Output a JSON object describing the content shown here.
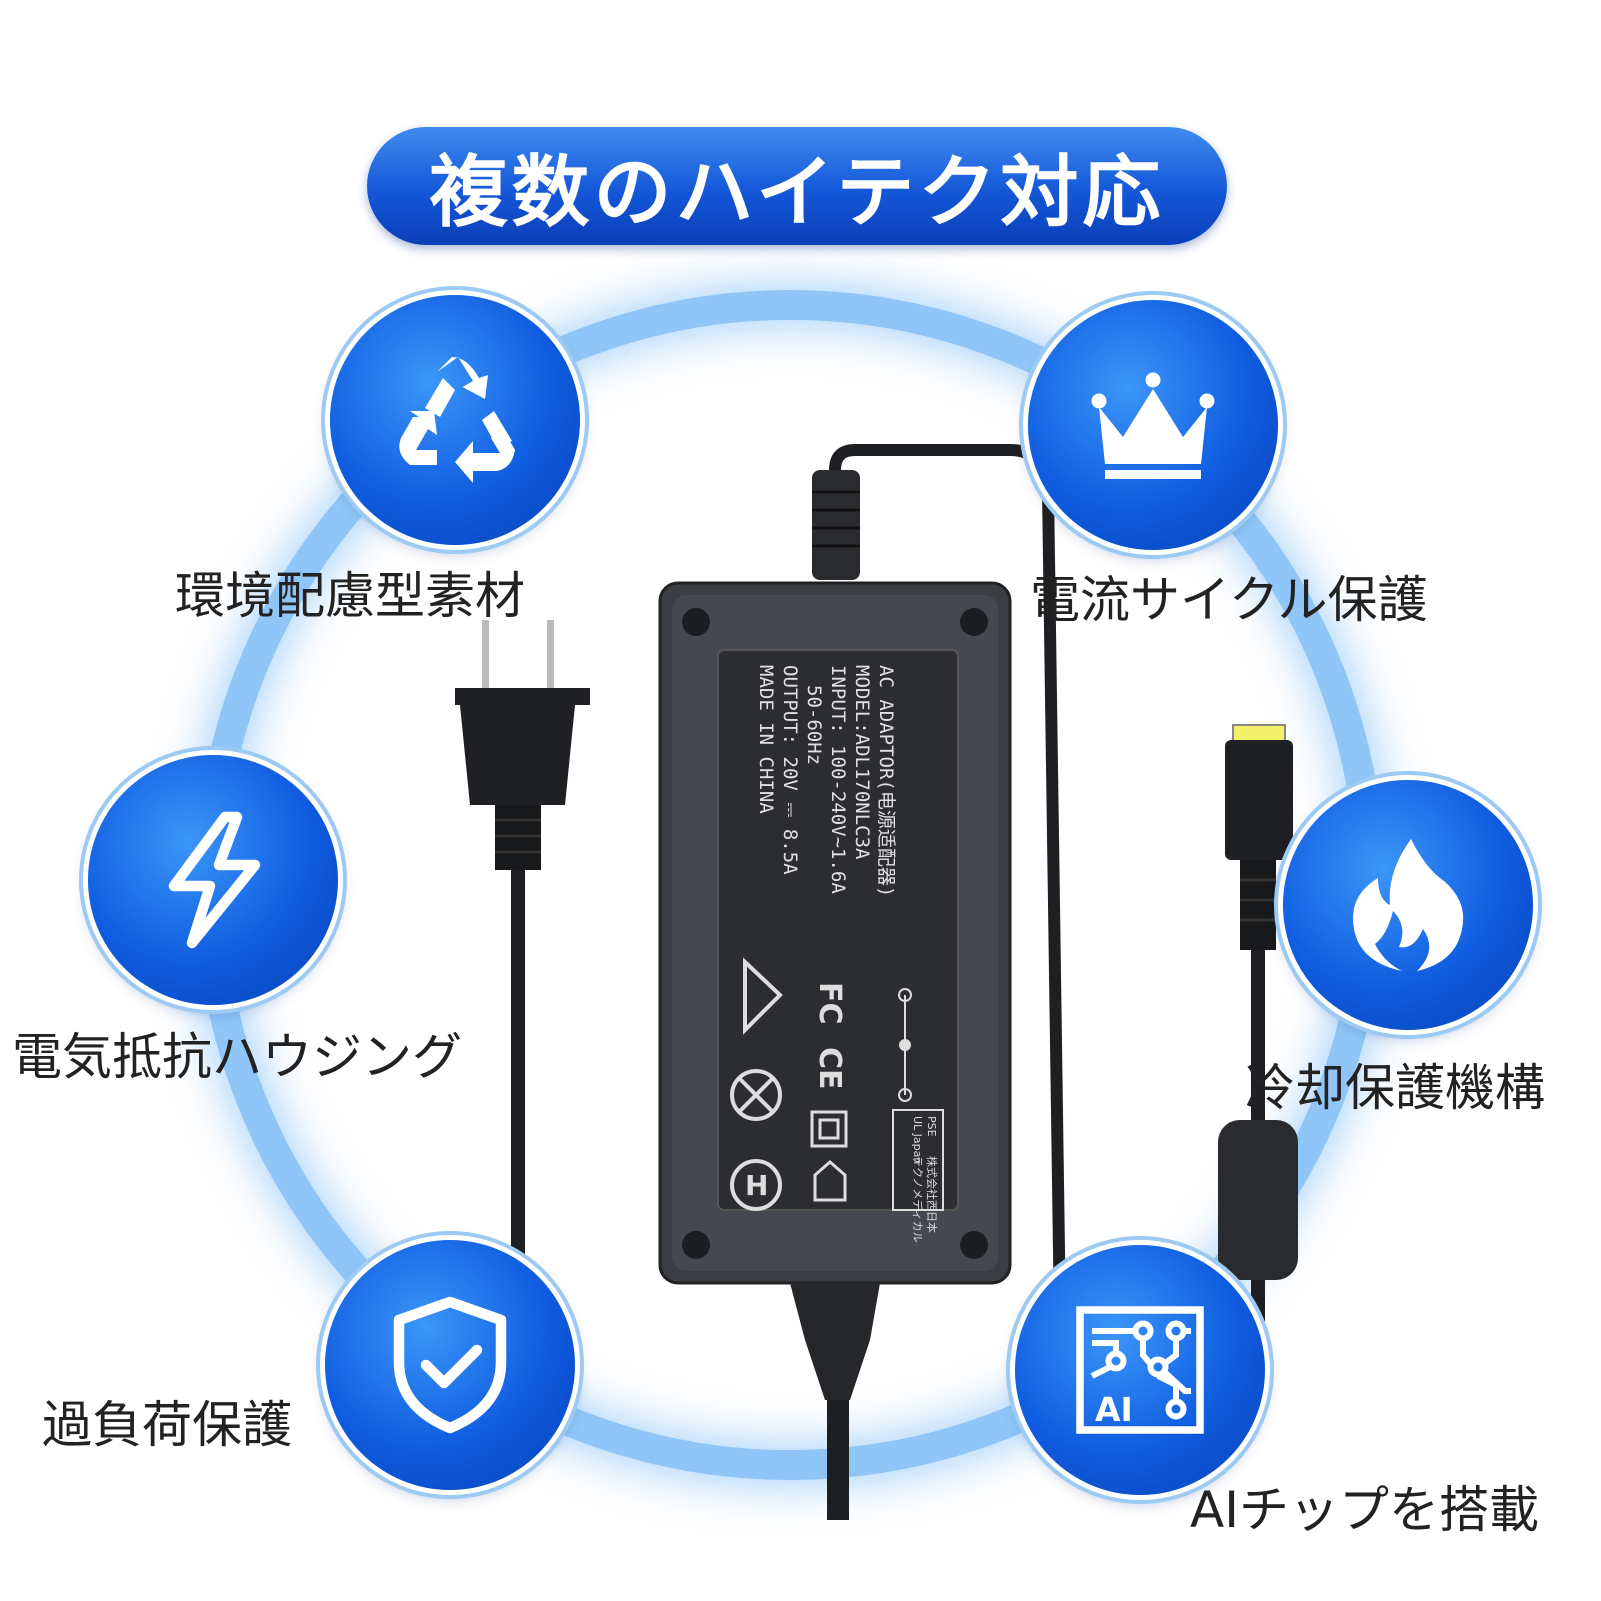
{
  "banner": {
    "title": "複数のハイテク対応"
  },
  "features": [
    {
      "label": "環境配慮型素材",
      "icon": "recycle-icon"
    },
    {
      "label": "電流サイクル保護",
      "icon": "crown-icon"
    },
    {
      "label": "電気抵抗ハウジング",
      "icon": "lightning-icon"
    },
    {
      "label": "冷却保護機構",
      "icon": "flame-icon"
    },
    {
      "label": "過負荷保護",
      "icon": "shield-check-icon"
    },
    {
      "label": "AIチップを搭載",
      "icon": "ai-chip-icon"
    }
  ],
  "label_plate": {
    "line1": "AC ADAPTOR(电源适配器)",
    "line2": "MODEL:ADL170NLC3A",
    "line3": "INPUT: 100-240V~1.6A",
    "line4": "50-60Hz",
    "line5": "OUTPUT: 20V ⎓ 8.5A",
    "line6": "MADE IN CHINA",
    "pse_mark": "PSE",
    "ul_text": "UL Japan",
    "maker_text1": "株式会社西日本",
    "maker_text2": "テクノメディカル"
  },
  "colors": {
    "accent": "#1457d8",
    "ring": "#8fc6f7",
    "adapter_body": "#3a3d42",
    "tip_yellow": "#f3f06a"
  }
}
